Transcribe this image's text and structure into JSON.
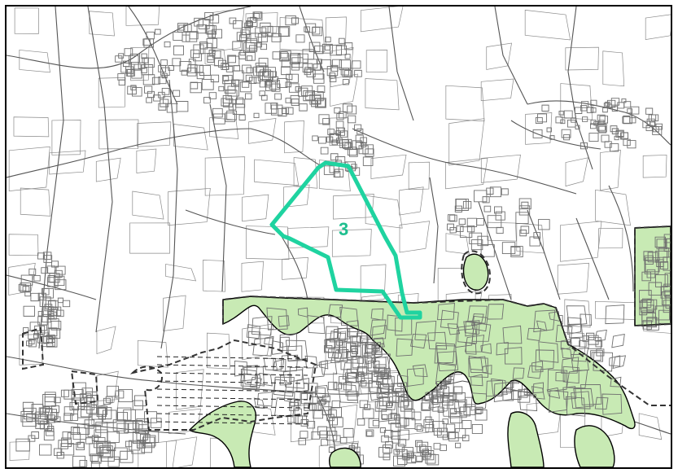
{
  "map": {
    "site_label": "3",
    "colors": {
      "site_outline": "#1fd3a0",
      "site_label": "#1fbf8f",
      "green_area": "#c8eab4",
      "parcel_lines": "#6f6f6f",
      "frame": "#000000"
    },
    "layers": [
      "parcel-boundaries",
      "green-areas",
      "dashed-zone-boundary",
      "highlighted-site"
    ]
  }
}
